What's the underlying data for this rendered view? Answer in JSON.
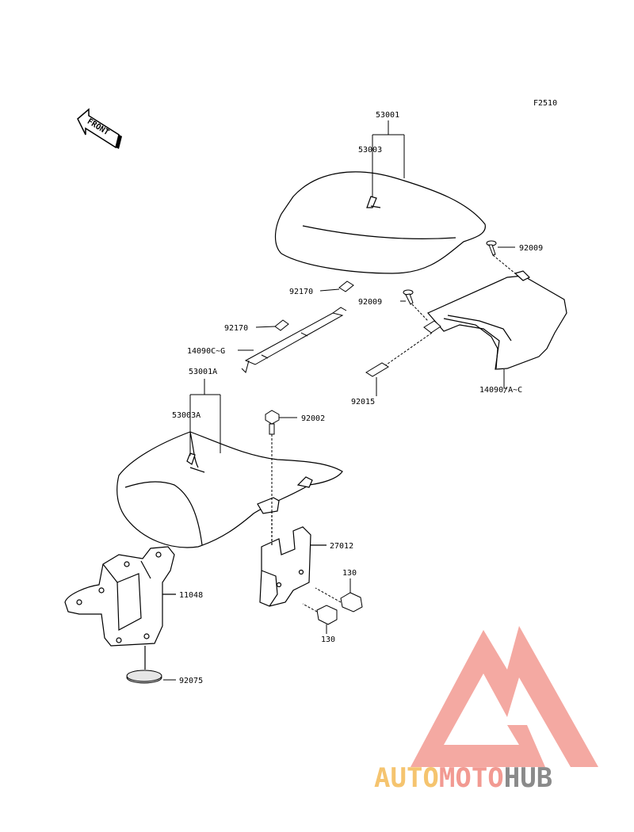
{
  "diagram": {
    "figure_id": "F2510",
    "front_label": "FRONT",
    "parts": {
      "p53001": "53001",
      "p53003": "53003",
      "p92009a": "92009",
      "p92170a": "92170",
      "p92009b": "92009",
      "p92170b": "92170",
      "p14090c": "14090C~G",
      "p14090a": "14090/A~C",
      "p92015": "92015",
      "p53001a": "53001A",
      "p53003a": "53003A",
      "p92002": "92002",
      "p27012": "27012",
      "p130a": "130",
      "p11048": "11048",
      "p130b": "130",
      "p92075": "92075"
    }
  },
  "watermark": {
    "part1": "AUTO",
    "part2": "MOTO",
    "part3": "HUB",
    "color_auto": "#f5c46f",
    "color_moto": "#f29a92",
    "color_hub": "#8a8a8a",
    "logo_color": "#f29a92"
  }
}
